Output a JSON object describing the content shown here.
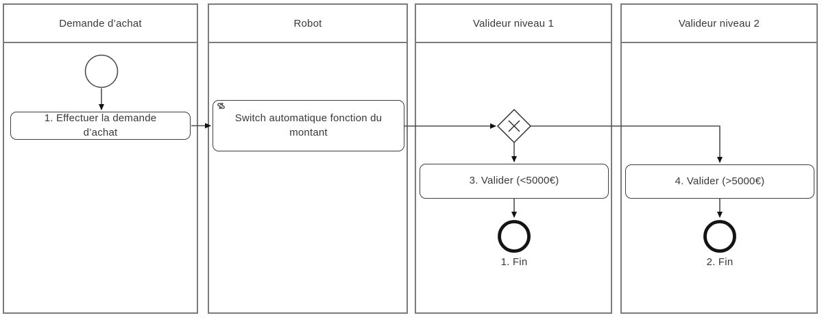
{
  "diagram": {
    "lanes": [
      {
        "title": "Demande d’achat"
      },
      {
        "title": "Robot"
      },
      {
        "title": "Valideur niveau 1"
      },
      {
        "title": "Valideur niveau 2"
      }
    ],
    "tasks": {
      "task1": {
        "label": "1. Effectuer la demande d’achat"
      },
      "task2": {
        "label": "Switch automatique fonction du montant",
        "icon": "script-icon"
      },
      "task3": {
        "label": "3. Valider (<5000€)"
      },
      "task4": {
        "label": "4. Valider (>5000€)"
      }
    },
    "events": {
      "start": {
        "type": "start-event"
      },
      "end1": {
        "label": "1. Fin"
      },
      "end2": {
        "label": "2. Fin"
      }
    },
    "gateway": {
      "type": "exclusive-xor"
    },
    "colors": {
      "lane_border": "#7b7b7b",
      "shape_stroke": "#3d3d3d",
      "connector": "#4d4d4d",
      "arrowhead": "#111111",
      "end_event_stroke": "#141414",
      "text": "#383838",
      "background": "#ffffff"
    }
  }
}
